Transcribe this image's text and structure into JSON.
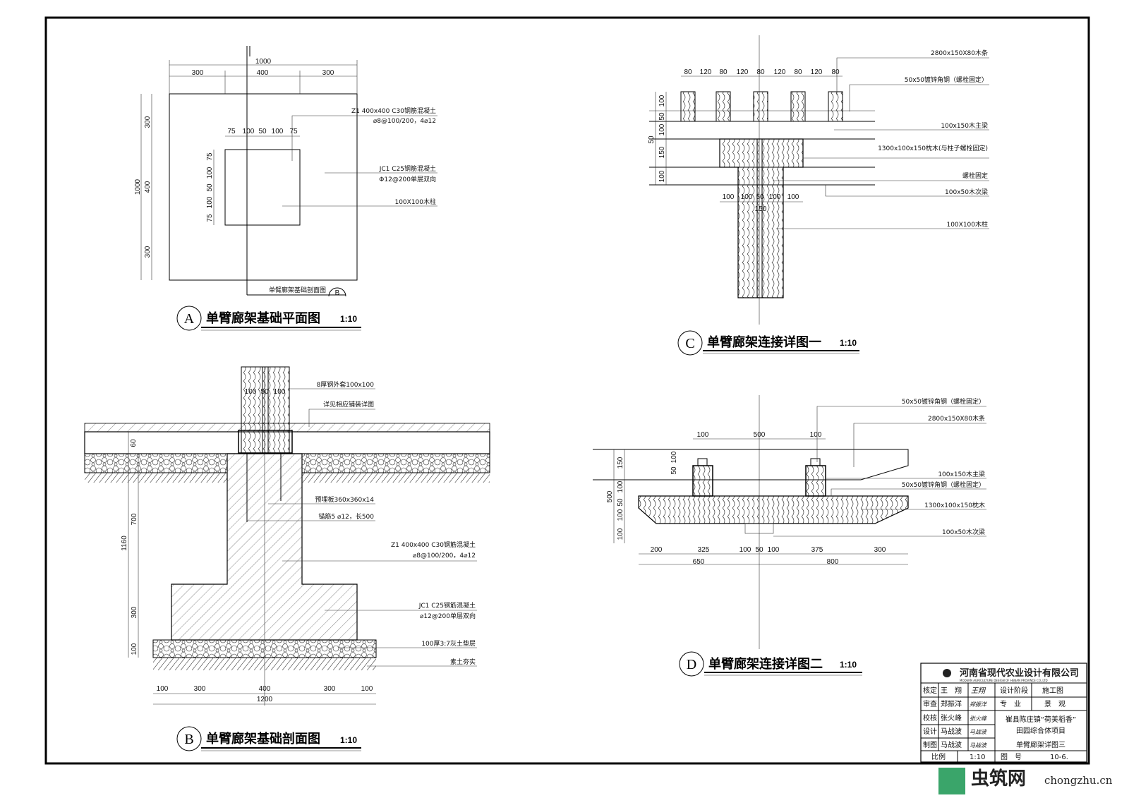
{
  "drawing_a": {
    "letter": "A",
    "title": "单臂廊架基础平面图",
    "scale": "1:10",
    "dims_top_total": "1000",
    "dims_top": [
      "300",
      "400",
      "300"
    ],
    "dims_inner": [
      "75",
      "100",
      "50",
      "100",
      "75"
    ],
    "dims_left_total": "1000",
    "dims_left": [
      "300",
      "400",
      "300"
    ],
    "dims_inner_left": [
      "75",
      "100",
      "50",
      "100",
      "75"
    ],
    "notes": [
      "Z1 400x400 C30钢筋混凝土",
      "⌀8@100/200，4⌀12",
      "JC1 C25钢筋混凝土",
      "Φ12@200单层双向",
      "100X100木柱"
    ],
    "section_ref_label": "单臂廊架基础剖面图",
    "section_ref_letter": "B"
  },
  "drawing_b": {
    "letter": "B",
    "title": "单臂廊架基础剖面图",
    "scale": "1:10",
    "dims_column": [
      "100",
      "50",
      "100"
    ],
    "dims_left": [
      "60",
      "1160",
      "700",
      "300",
      "100"
    ],
    "dims_bottom": [
      "100",
      "300",
      "400",
      "300",
      "100"
    ],
    "dims_bottom_total": "1200",
    "notes": [
      "8厚钢外套100x100",
      "详见相应铺装详图",
      "预埋板360x360x14",
      "锚筋5 ⌀12，长500",
      "Z1 400x400 C30钢筋混凝土",
      "⌀8@100/200，4⌀12",
      "JC1 C25钢筋混凝土",
      "⌀12@200单层双向",
      "100厚3:7灰土垫层",
      "素土夯实"
    ]
  },
  "drawing_c": {
    "letter": "C",
    "title": "单臂廊架连接详图一",
    "scale": "1:10",
    "dims_top": [
      "80",
      "120",
      "80",
      "120",
      "80",
      "120",
      "80",
      "120",
      "80"
    ],
    "dims_left": [
      "100",
      "50",
      "100",
      "50",
      "150",
      "100"
    ],
    "dims_bottom": [
      "100",
      "100",
      "50",
      "100",
      "100"
    ],
    "dims_bottom_total": "150",
    "notes": [
      "2800x150X80木条",
      "50x50镀锌角钢（螺栓固定）",
      "100x150木主梁",
      "1300x100x150枕木(与柱子螺栓固定)",
      "螺栓固定",
      "100x50木次梁",
      "100X100木柱"
    ]
  },
  "drawing_d": {
    "letter": "D",
    "title": "单臂廊架连接详图二",
    "scale": "1:10",
    "dims_top": [
      "100",
      "500",
      "100"
    ],
    "dims_left": [
      "150",
      "50",
      "100",
      "500",
      "100",
      "50",
      "100",
      "100"
    ],
    "dims_bottom": [
      "200",
      "325",
      "100",
      "50",
      "100",
      "375",
      "300"
    ],
    "dims_bottom_total": [
      "650",
      "800"
    ],
    "notes": [
      "50x50镀锌角钢（螺栓固定）",
      "2800x150X80木条",
      "100x150木主梁",
      "50x50镀锌角钢（螺栓固定）",
      "1300x100x150枕木",
      "100x50木次梁"
    ]
  },
  "title_block": {
    "company_cn": "河南省现代农业设计有限公司",
    "company_en": "MODERN AGRICULTURE DESIGN OF HENAN PROVINCE CO.,LTD",
    "rows": [
      {
        "role": "核定",
        "name": "王　翔",
        "sign": "王翔"
      },
      {
        "role": "审查",
        "name": "郑振洋",
        "sign": "郑振洋"
      },
      {
        "role": "校核",
        "name": "张火峰",
        "sign": "张火峰"
      },
      {
        "role": "设计",
        "name": "马战波",
        "sign": "马战波"
      },
      {
        "role": "制图",
        "name": "马战波",
        "sign": "马战波"
      }
    ],
    "stage_label": "设计阶段",
    "stage_value": "施工图",
    "discipline_label": "专　业",
    "discipline_value": "景　观",
    "project_line1": "崔县陈庄镇“荷美稻香”",
    "project_line2": "田园综合体项目",
    "sheet_title": "单臂廊架详图三",
    "scale_label": "比例",
    "scale_value": "1:10",
    "number_label": "图　号",
    "number_value": "10-6."
  },
  "watermark": {
    "cn": "虫筑网",
    "url": "chongzhu.cn"
  }
}
